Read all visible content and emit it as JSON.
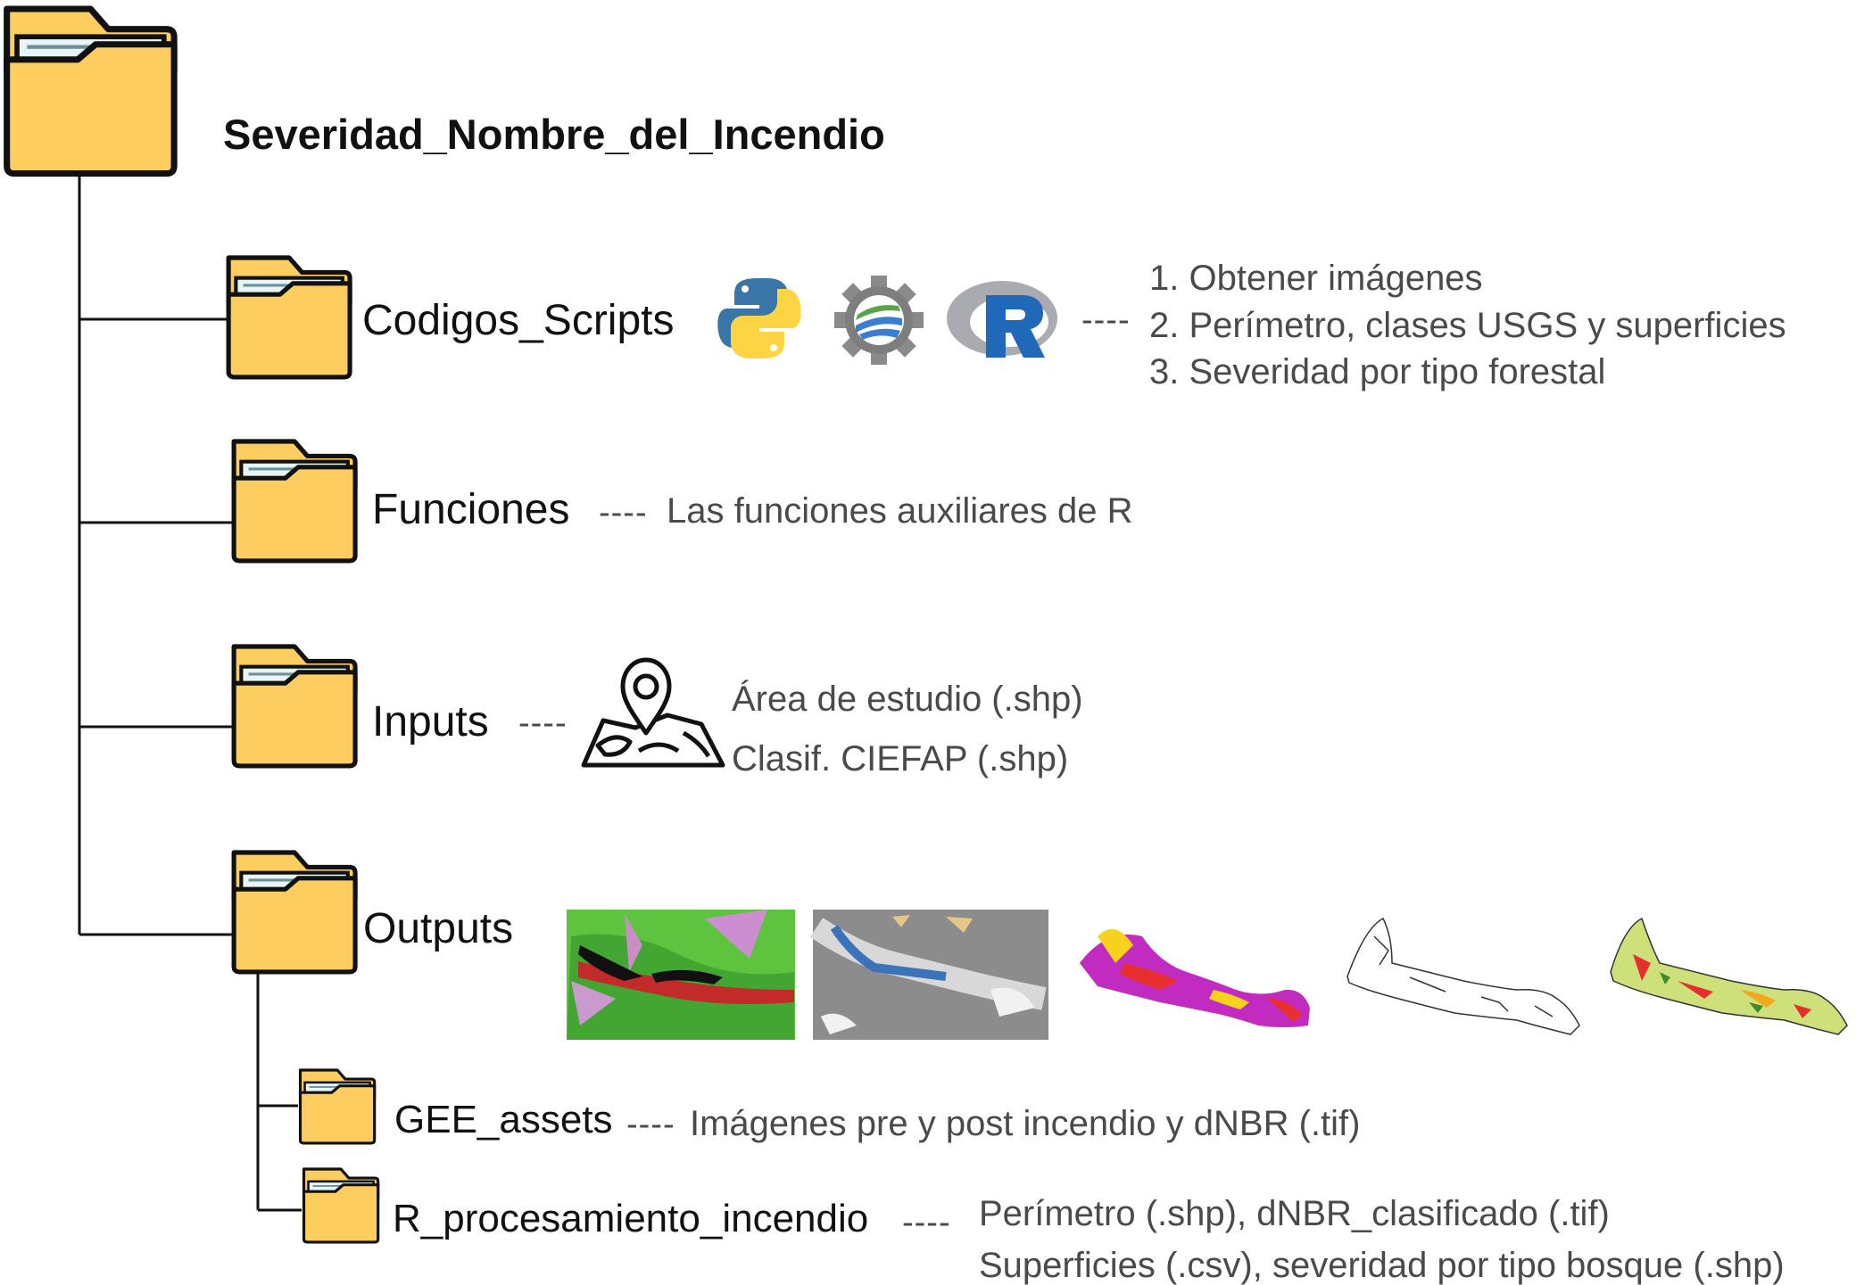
{
  "root": {
    "title": "Severidad_Nombre_del_Incendio"
  },
  "folders": {
    "codigos": {
      "name": "Codigos_Scripts",
      "dash": "----",
      "icons": [
        "python-icon",
        "earth-engine-icon",
        "r-icon"
      ],
      "items": [
        "1. Obtener imágenes",
        "2. Perímetro, clases USGS y superficies",
        "3. Severidad por tipo forestal"
      ]
    },
    "funciones": {
      "name": "Funciones",
      "dash": "----",
      "desc": "Las funciones auxiliares de R"
    },
    "inputs": {
      "name": "Inputs",
      "dash": "----",
      "icon": "map-pin-icon",
      "items": [
        "Área de estudio (.shp)",
        "Clasif. CIEFAP (.shp)"
      ]
    },
    "outputs": {
      "name": "Outputs",
      "thumbnails": [
        "false-color-image",
        "dnbr-grayscale-image",
        "severity-map",
        "perimeter-outline",
        "severity-by-forest-map"
      ],
      "subfolders": {
        "gee": {
          "name": "GEE_assets",
          "dash": "----",
          "desc": "Imágenes pre y post incendio y dNBR (.tif)"
        },
        "rproc": {
          "name": "R_procesamiento_incendio",
          "dash": "----",
          "items": [
            "Perímetro (.shp), dNBR_clasificado (.tif)",
            "Superficies (.csv), severidad por tipo bosque (.shp)"
          ]
        }
      }
    }
  },
  "colors": {
    "folder_fill": "#fdcd5f",
    "folder_outline": "#111111",
    "line": "#111111",
    "text": "#111111",
    "desc_text": "#4a4a4a"
  }
}
